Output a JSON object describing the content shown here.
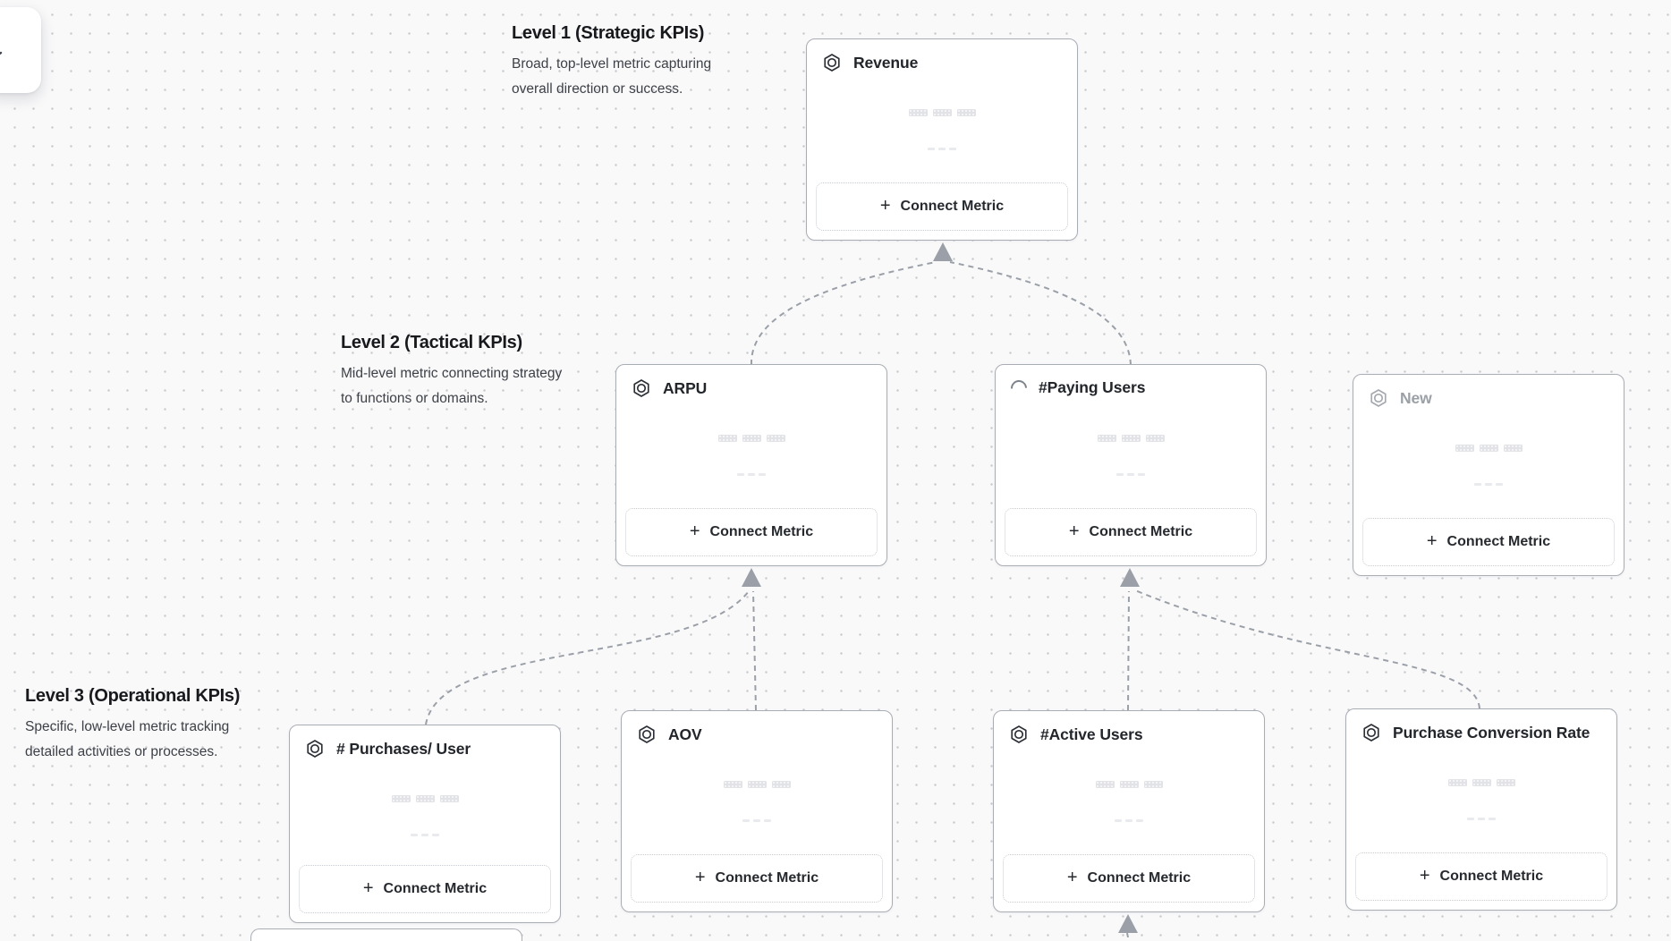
{
  "canvas": {
    "background_color": "#f9f9fa",
    "dot_color": "#c8cacd",
    "connector_color": "#9ba0a8",
    "card_border_color": "#a9adb4",
    "muted_text_color": "#9ba0a7"
  },
  "floating_panel": {
    "icon": "stroke-fragment-icon"
  },
  "levels": [
    {
      "title": "Level 1 (Strategic KPIs)",
      "description": "Broad, top-level metric capturing overall direction or success."
    },
    {
      "title": "Level 2 (Tactical KPIs)",
      "description": "Mid-level metric connecting strategy to functions or domains."
    },
    {
      "title": "Level 3 (Operational KPIs)",
      "description": "Specific, low-level metric tracking detailed activities or processes."
    }
  ],
  "connect_button": {
    "plus_icon": "+",
    "label": "Connect Metric"
  },
  "cards": [
    {
      "title": "Revenue",
      "icon": "metric-hexagon-icon",
      "state": "default"
    },
    {
      "title": "ARPU",
      "icon": "metric-hexagon-icon",
      "state": "default"
    },
    {
      "title": "#Paying Users",
      "icon": "spinner-icon",
      "state": "loading"
    },
    {
      "title": "New",
      "icon": "metric-hexagon-icon",
      "state": "placeholder"
    },
    {
      "title": "# Purchases/ User",
      "icon": "metric-hexagon-icon",
      "state": "default"
    },
    {
      "title": "AOV",
      "icon": "metric-hexagon-icon",
      "state": "default"
    },
    {
      "title": "#Active Users",
      "icon": "metric-hexagon-icon",
      "state": "default"
    },
    {
      "title": "Purchase Conversion Rate",
      "icon": "metric-hexagon-icon",
      "state": "default"
    }
  ]
}
